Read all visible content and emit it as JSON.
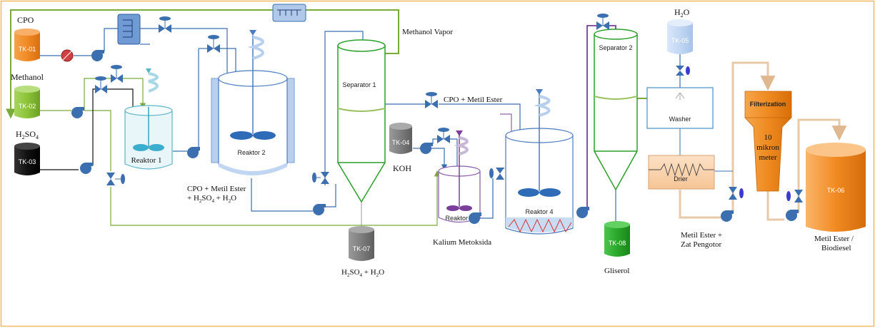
{
  "tanks": {
    "tk01": {
      "id": "TK-01",
      "content": "CPO"
    },
    "tk02": {
      "id": "TK-02",
      "content": "Methanol"
    },
    "tk03": {
      "id": "TK-03",
      "content_main": "H",
      "content_sub": "2",
      "content_end": "SO",
      "content_sub2": "4"
    },
    "tk04": {
      "id": "TK-04",
      "content": "KOH"
    },
    "tk05": {
      "id": "TK-05",
      "content_main": "H",
      "content_sub": "2",
      "content_end": "O"
    },
    "tk06": {
      "id": "TK-06",
      "content_line1": "Metil Ester /",
      "content_line2": "Biodiesel"
    },
    "tk07": {
      "id": "TK-07",
      "content_a": "H",
      "content_b": "2",
      "content_c": "SO",
      "content_d": "4",
      "content_e": " + H",
      "content_f": "2",
      "content_g": "O"
    },
    "tk08": {
      "id": "TK-08",
      "content": "Gliserol"
    }
  },
  "equipment": {
    "reaktor1": "Reaktor 1",
    "reaktor2": "Reaktor 2",
    "reaktor3": "Reaktor 3",
    "reaktor4": "Reaktor 4",
    "separator1": "Separator 1",
    "separator2": "Separator 2",
    "washer": "Washer",
    "drier": "Drier",
    "filter_title": "Filterization",
    "filter_l1": "10",
    "filter_l2": "mikron",
    "filter_l3": "meter"
  },
  "streams": {
    "methanol_vapor": "Methanol Vapor",
    "cpo_metil_ester": "CPO + Metil Ester",
    "reaktor2_out_l1": "CPO + Metil Ester",
    "reaktor2_out_l2a": "+ H",
    "reaktor2_out_l2b": "2",
    "reaktor2_out_l2c": "SO",
    "reaktor2_out_l2d": "4",
    "reaktor2_out_l2e": " + H",
    "reaktor2_out_l2f": "2",
    "reaktor2_out_l2g": "O",
    "kalium_metoksida": "Kalium Metoksida",
    "metil_ester_zat_l1": "Metil Ester +",
    "metil_ester_zat_l2": "Zat Pengotor"
  },
  "colors": {
    "blue_pipe": "#3b6fb0",
    "green_pipe": "#7aaa3a",
    "orange": "#f08a24",
    "green_vessel": "#2aa02a",
    "purple": "#7a3f9a",
    "tan_pipe": "#e8c9a8",
    "frame": "#f0b860"
  }
}
